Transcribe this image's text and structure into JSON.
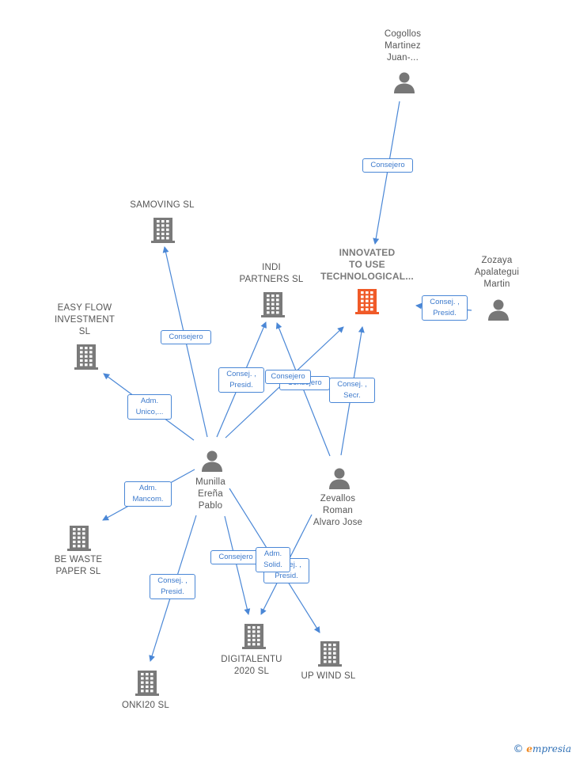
{
  "colors": {
    "edge": "#4a87d6",
    "company": "#7a7a7a",
    "focus_company": "#f05a28",
    "person": "#777777"
  },
  "nodes": [
    {
      "id": "cogollos",
      "type": "person",
      "label": [
        "Cogollos",
        "Martinez",
        "Juan-..."
      ]
    },
    {
      "id": "innovated",
      "type": "company",
      "focus": true,
      "label": [
        "INNOVATED",
        "TO USE",
        "TECHNOLOGICAL..."
      ]
    },
    {
      "id": "zozaya",
      "type": "person",
      "label": [
        "Zozaya",
        "Apalategui",
        "Martin"
      ]
    },
    {
      "id": "samoving",
      "type": "company",
      "label": [
        "SAMOVING  SL"
      ]
    },
    {
      "id": "indi",
      "type": "company",
      "label": [
        "INDI",
        "PARTNERS  SL"
      ]
    },
    {
      "id": "easyflow",
      "type": "company",
      "label": [
        "EASY FLOW",
        "INVESTMENT",
        "SL"
      ]
    },
    {
      "id": "munilla",
      "type": "person",
      "label": [
        "Munilla",
        "Ereña",
        "Pablo"
      ]
    },
    {
      "id": "zevallos",
      "type": "person",
      "label": [
        "Zevallos",
        "Roman",
        "Alvaro Jose"
      ]
    },
    {
      "id": "bewaste",
      "type": "company",
      "label": [
        "BE WASTE",
        "PAPER  SL"
      ]
    },
    {
      "id": "digitalentu",
      "type": "company",
      "label": [
        "DIGITALENTU",
        "2020  SL"
      ]
    },
    {
      "id": "upwind",
      "type": "company",
      "label": [
        "UP WIND  SL"
      ]
    },
    {
      "id": "onki20",
      "type": "company",
      "label": [
        "ONKI20  SL"
      ]
    }
  ],
  "edges": [
    {
      "from": "cogollos",
      "to": "innovated",
      "label": [
        "Consejero"
      ]
    },
    {
      "from": "zozaya",
      "to": "innovated",
      "label": [
        "Consej. ,",
        "Presid."
      ]
    },
    {
      "from": "munilla",
      "to": "samoving",
      "label": [
        "Consejero"
      ]
    },
    {
      "from": "munilla",
      "to": "easyflow",
      "label": [
        "Adm.",
        "Unico,..."
      ]
    },
    {
      "from": "munilla",
      "to": "indi",
      "label": [
        "Consej. ,",
        "Presid."
      ]
    },
    {
      "from": "munilla",
      "to": "innovated",
      "label": [
        "Consejero"
      ]
    },
    {
      "from": "zevallos",
      "to": "indi",
      "label": [
        "Consejero"
      ]
    },
    {
      "from": "zevallos",
      "to": "innovated",
      "label": [
        "Consej. ,",
        "Secr."
      ]
    },
    {
      "from": "munilla",
      "to": "bewaste",
      "label": [
        "Adm.",
        "Mancom."
      ]
    },
    {
      "from": "munilla",
      "to": "onki20",
      "label": [
        "Consej. ,",
        "Presid."
      ]
    },
    {
      "from": "munilla",
      "to": "digitalentu",
      "label": [
        "Consejero"
      ]
    },
    {
      "from": "zevallos",
      "to": "digitalentu",
      "label": [
        "Consej. ,",
        "Presid."
      ]
    },
    {
      "from": "munilla",
      "to": "upwind",
      "label": [
        "Adm.",
        "Solid."
      ]
    }
  ],
  "brand": {
    "copyright": "©",
    "name_initial": "e",
    "name_rest": "mpresia"
  }
}
